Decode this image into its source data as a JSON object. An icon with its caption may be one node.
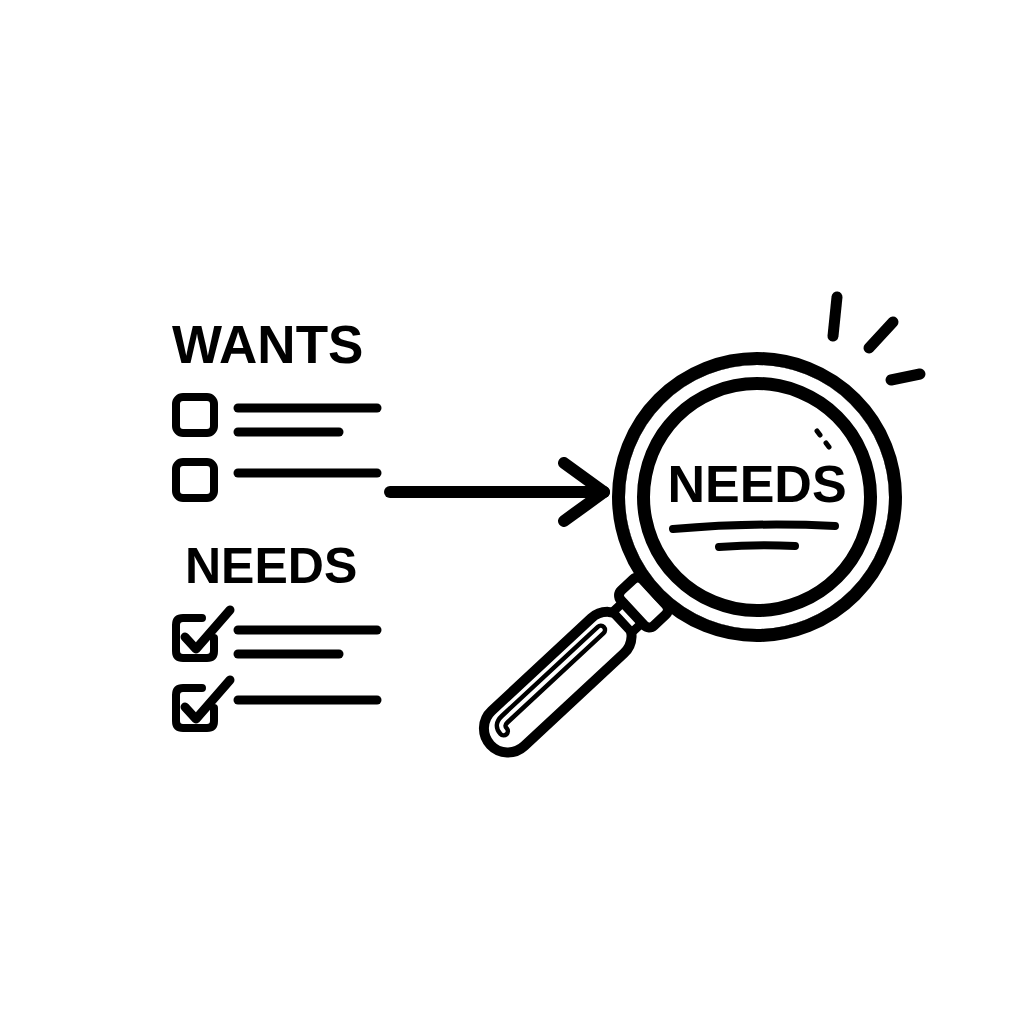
{
  "diagram": {
    "nodes": [
      {
        "text": [
          "WANTS",
          "NEEDS"
        ]
      },
      {
        "text": [
          "NEEDS"
        ]
      }
    ],
    "edges": [
      {
        "from": 0,
        "to": 1,
        "arrow": "to"
      }
    ]
  }
}
